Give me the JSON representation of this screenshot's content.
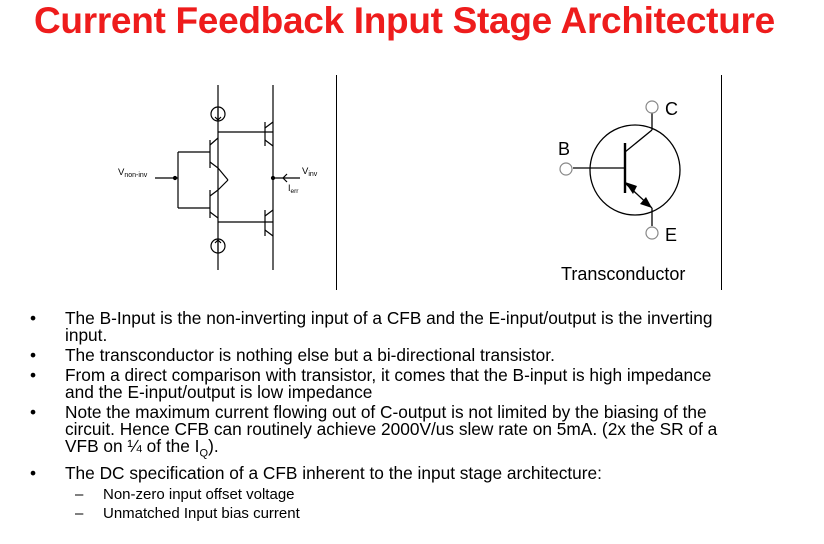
{
  "title": "Current Feedback Input Stage Architecture",
  "circuit": {
    "v_noninv_main": "V",
    "v_noninv_sub": "non-inv",
    "v_inv_main": "V",
    "v_inv_sub": "inv",
    "i_err_main": "I",
    "i_err_sub": "err"
  },
  "symbol": {
    "label_b": "B",
    "label_c": "C",
    "label_e": "E",
    "caption": "Transconductor"
  },
  "bullets": [
    {
      "line1": "The B-Input is the non-inverting input of a CFB and the E-input/output is the inverting",
      "line2": "input."
    },
    {
      "line1": "The transconductor is nothing else but a bi-directional transistor."
    },
    {
      "line1": "From a direct comparison with transistor, it comes that the B-input is high impedance",
      "line2": "and the E-input/output is low impedance"
    },
    {
      "line1": "Note the maximum current flowing out of C-output is not limited by the biasing of the",
      "line2": "circuit.  Hence CFB can routinely achieve 2000V/us slew rate on 5mA.  (2x the SR of a",
      "line3_pre": "VFB on ¼ of the I",
      "line3_sub": "Q",
      "line3_post": ")."
    },
    {
      "line1": "The DC specification of a CFB inherent to the input stage architecture:"
    }
  ],
  "sub_bullets": [
    "Non-zero input offset voltage",
    "Unmatched Input bias current"
  ],
  "bullet_glyph": "•",
  "dash_glyph": "–",
  "colors": {
    "title": "#ee1c1c",
    "symbol_gray": "#888888"
  }
}
